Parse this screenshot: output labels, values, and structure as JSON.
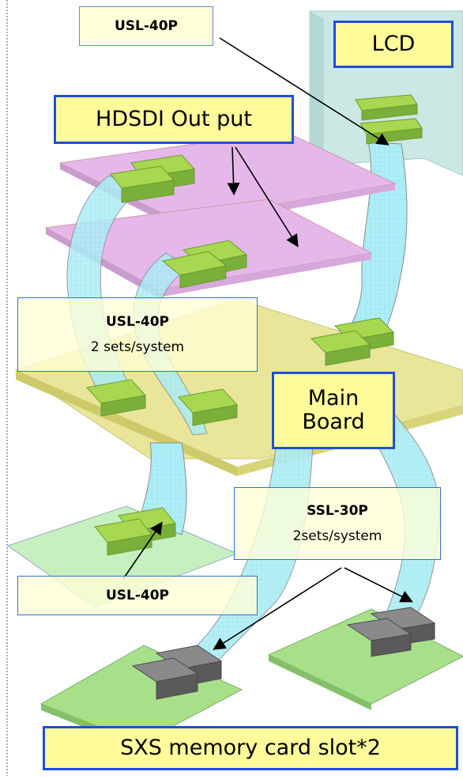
{
  "labels": {
    "usl_top": "USL-40P",
    "lcd": "LCD",
    "hdsdi": "HDSDI Out put",
    "usl_mid_title": "USL-40P",
    "usl_mid_sub": "2 sets/system",
    "main_board_line1": "Main",
    "main_board_line2": "Board",
    "ssl_title": "SSL-30P",
    "ssl_sub": "2sets/system",
    "usl_bottom": "USL-40P",
    "sxs": "SXS memory card slot*2"
  },
  "colors": {
    "label_fill": "#fffb9a",
    "label_border": "#1f4fd8",
    "hdsdi_board": "#e6b8ea",
    "main_board": "#e9e69a",
    "lcd_panel": "#cce8e4",
    "card_board": "#a8e08a",
    "connector_green": "#a8d850",
    "connector_gray": "#6a6a6a",
    "cable": "#a8ecf4"
  }
}
